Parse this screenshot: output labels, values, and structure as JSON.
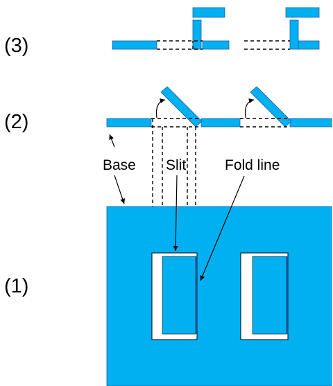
{
  "steps": {
    "step1": "(1)",
    "step2": "(2)",
    "step3": "(3)"
  },
  "labels": {
    "base": "Base",
    "slit": "Slit",
    "fold_line": "Fold line"
  },
  "colors": {
    "sheet": "#00B0F0",
    "outline": "#1A5FA8",
    "fold_line": "#1F4E9A",
    "slit": "#FFFFFF"
  }
}
